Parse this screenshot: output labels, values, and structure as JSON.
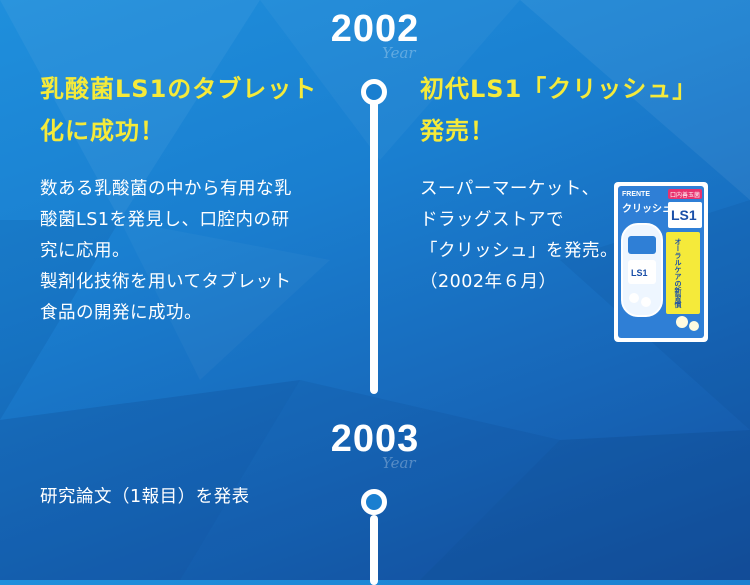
{
  "timeline": [
    {
      "year": "2002",
      "year_script": "Year",
      "left": {
        "headline_lines": [
          "乳酸菌LS1のタブレット",
          "化に成功！"
        ],
        "body_lines": [
          "数ある乳酸菌の中から有用な乳",
          "酸菌LS1を発見し、口腔内の研",
          "究に応用。",
          "製剤化技術を用いてタブレット",
          "食品の開発に成功。"
        ]
      },
      "right": {
        "headline_lines": [
          "初代LS1「クリッシュ」",
          "発売！"
        ],
        "body_lines": [
          "スーパーマーケット、",
          "ドラッグストアで",
          "「クリッシュ」を発売。",
          "（2002年６月）"
        ]
      },
      "product_image": {
        "brand": "FRENTE",
        "name": "クリッシュ",
        "badge": "LS1",
        "tag": "口内善玉菌",
        "side_text": "オーラルケアの新習慣"
      }
    },
    {
      "year": "2003",
      "year_script": "Year",
      "left": {
        "body_lines": [
          "研究論文（1報目）を発表"
        ]
      }
    }
  ]
}
